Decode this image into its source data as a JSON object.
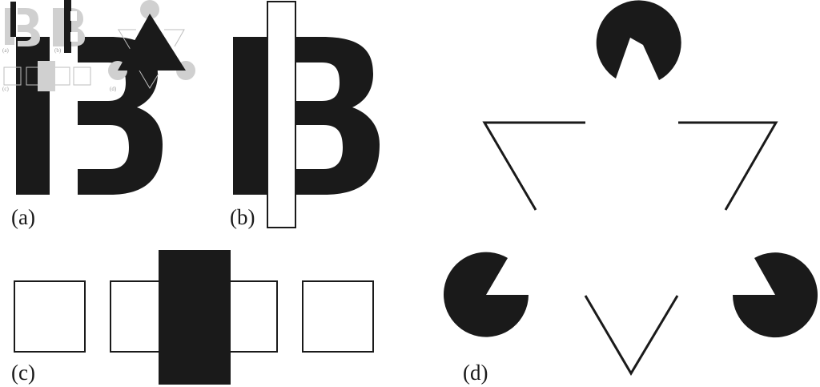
{
  "panels": [
    {
      "id": "a",
      "label": "(a)"
    },
    {
      "id": "b",
      "label": "(b)"
    },
    {
      "id": "c",
      "label": "(c)"
    },
    {
      "id": "d",
      "label": "(d)"
    }
  ],
  "inset": {
    "labels": [
      "(a)",
      "(b)",
      "(c)",
      "(d)"
    ]
  },
  "colors": {
    "ink": "#1a1a1a",
    "occluder_fill": "#ffffff",
    "inset_gray": "#d0d0d0",
    "background": "#ffffff"
  }
}
